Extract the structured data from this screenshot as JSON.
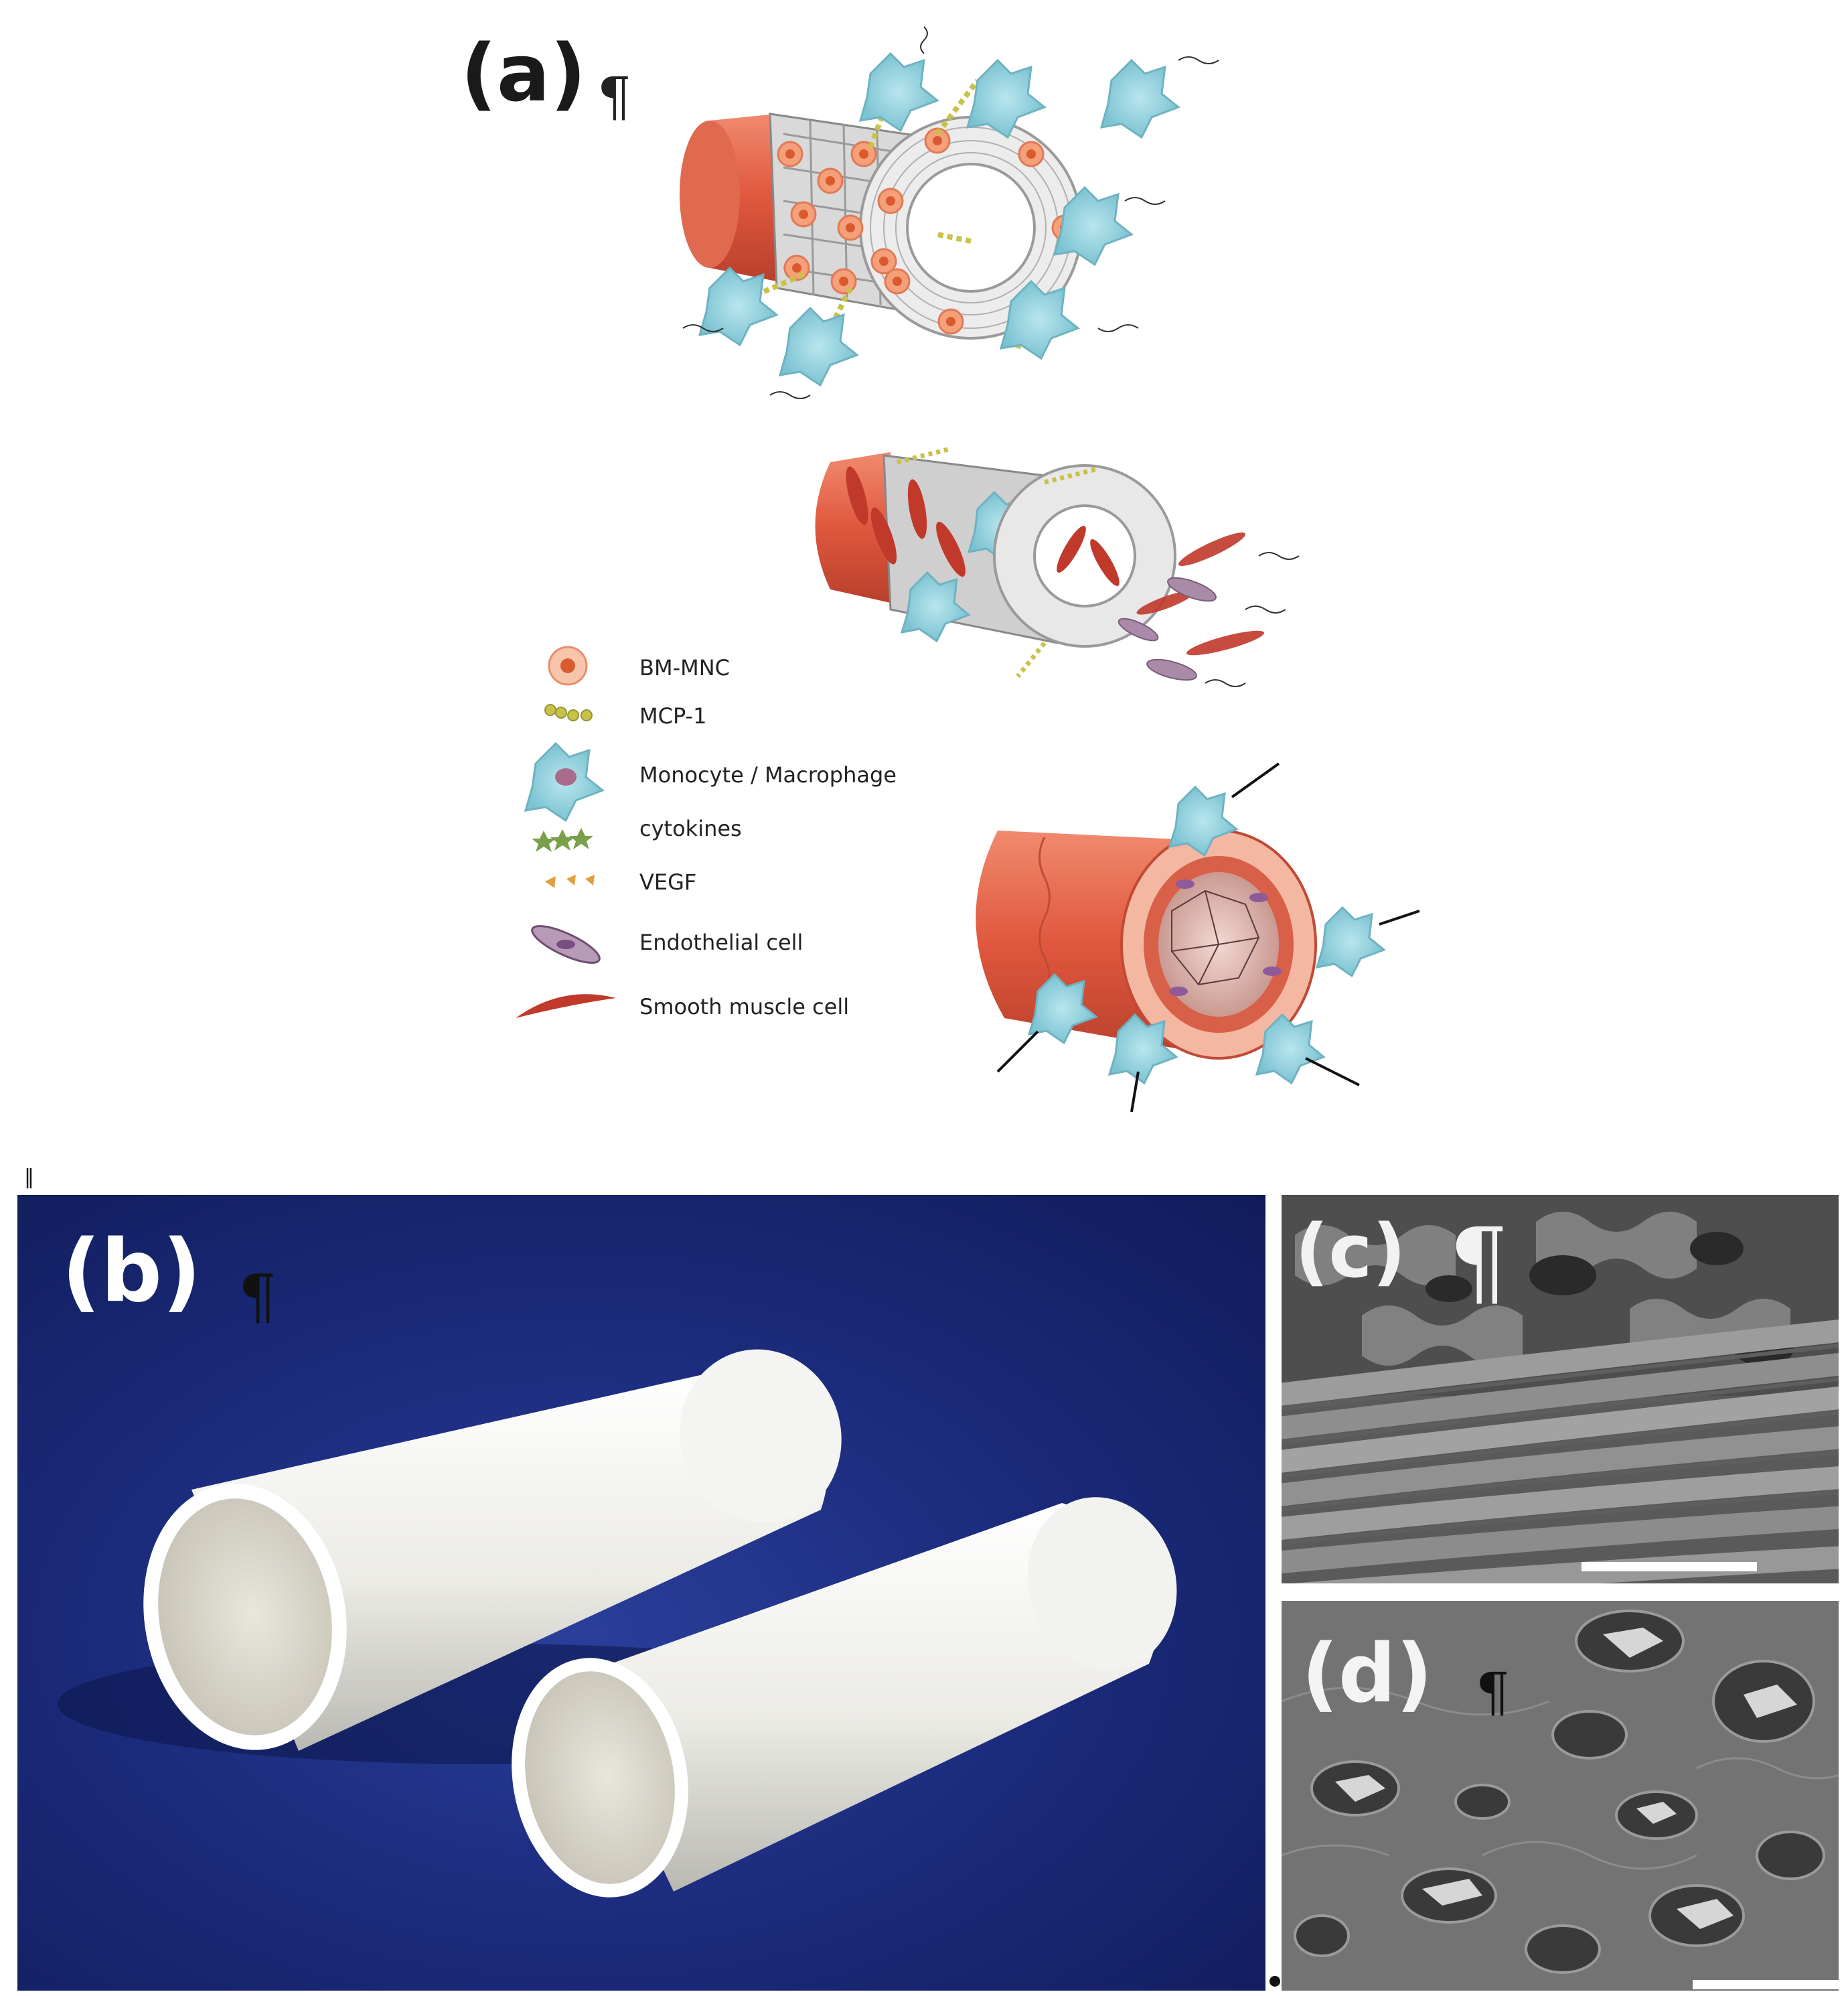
{
  "panels": {
    "a": {
      "label": "(a)",
      "mark": "¶"
    },
    "b": {
      "label": "(b)",
      "mark": "¶"
    },
    "c": {
      "label": "(c)",
      "mark": "¶"
    },
    "d": {
      "label": "(d)",
      "mark": "¶"
    }
  },
  "legend": {
    "items": [
      {
        "icon": "bm-mnc-icon",
        "label": "BM-MNC"
      },
      {
        "icon": "mcp1-icon",
        "label": "MCP-1"
      },
      {
        "icon": "monocyte-icon",
        "label": "Monocyte / Macrophage"
      },
      {
        "icon": "cytokines-icon",
        "label": "cytokines"
      },
      {
        "icon": "vegf-icon",
        "label": "VEGF"
      },
      {
        "icon": "endothelial-cell-icon",
        "label": "Endothelial cell"
      },
      {
        "icon": "smooth-muscle-cell-icon",
        "label": "Smooth muscle cell"
      }
    ]
  },
  "colors": {
    "vessel": "#e0573e",
    "monocyte": "#8fd0dc",
    "bm_mnc": "#f5a07a",
    "mcp1": "#c9c24a",
    "cytokine": "#7aa04a",
    "vegf": "#e0a040",
    "endothelial": "#a98aa8",
    "smooth_muscle": "#c0392b",
    "photo_background": "#1c2c7e"
  }
}
